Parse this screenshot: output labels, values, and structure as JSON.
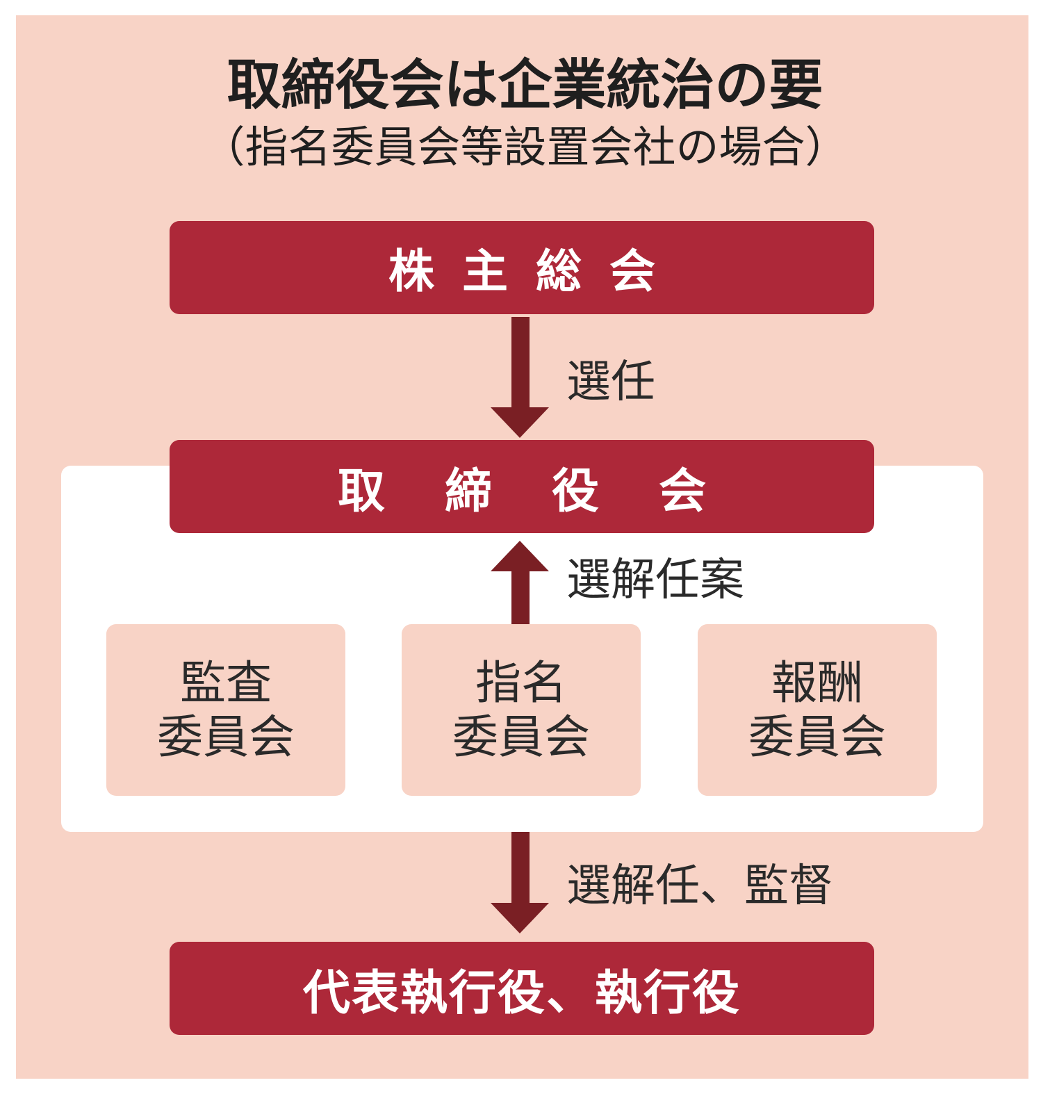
{
  "title": {
    "main": "取締役会は企業統治の要",
    "sub": "（指名委員会等設置会社の場合）"
  },
  "nodes": {
    "shareholders": "株主総会",
    "board": "取締役会",
    "executive": "代表執行役、執行役"
  },
  "committees": [
    {
      "line1": "監査",
      "line2": "委員会"
    },
    {
      "line1": "指名",
      "line2": "委員会"
    },
    {
      "line1": "報酬",
      "line2": "委員会"
    }
  ],
  "edges": {
    "appoint": "選任",
    "nominate": "選解任案",
    "supervise": "選解任、監督"
  },
  "colors": {
    "background": "#f8d3c6",
    "box": "#ad2839",
    "arrow": "#7a1f24",
    "inner_area": "#ffffff"
  }
}
